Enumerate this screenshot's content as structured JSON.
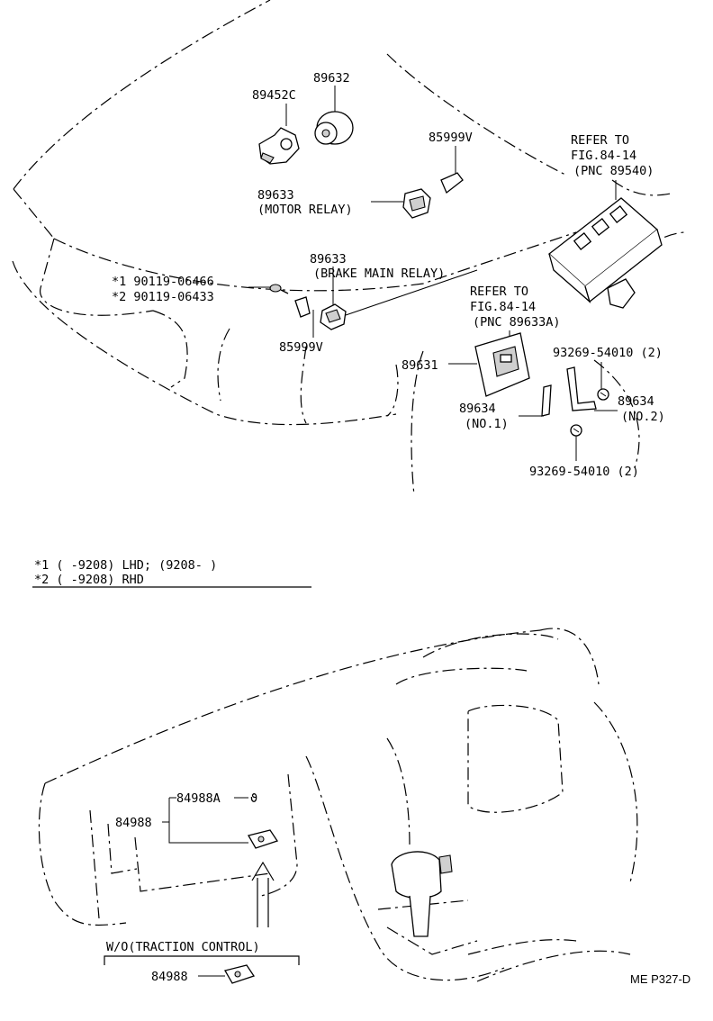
{
  "parts": {
    "p89452c": "89452C",
    "p89632": "89632",
    "p85999v_top": "85999V",
    "p89633_motor": "89633",
    "motor_relay": "(MOTOR RELAY)",
    "p89633_brake": "89633",
    "brake_main_relay": "(BRAKE MAIN RELAY)",
    "star1_part": "*1  90119-06466",
    "star2_part": "*2  90119-06433",
    "p85999v_mid": "85999V",
    "p89631": "89631",
    "refer1_line1": "REFER TO",
    "refer1_line2": "FIG.84-14",
    "refer1_line3": "(PNC 89540)",
    "refer2_line1": "REFER TO",
    "refer2_line2": "FIG.84-14",
    "refer2_line3": "(PNC 89633A)",
    "p93269_upper": "93269-54010 (2)",
    "p89634_no2": "89634",
    "no2": "(NO.2)",
    "p89634_no1": "89634",
    "no1": "(NO.1)",
    "p93269_lower": "93269-54010 (2)"
  },
  "notes": {
    "note1": "*1  (      -9208)  LHD; (9208-      )",
    "note2": "*2  (      -9208)  RHD"
  },
  "lower": {
    "p84988a": "84988A",
    "p84988": "84988",
    "wo_traction": "W/O(TRACTION CONTROL)",
    "p84988_wo": "84988"
  },
  "footer": {
    "code": "ME P327-D"
  }
}
